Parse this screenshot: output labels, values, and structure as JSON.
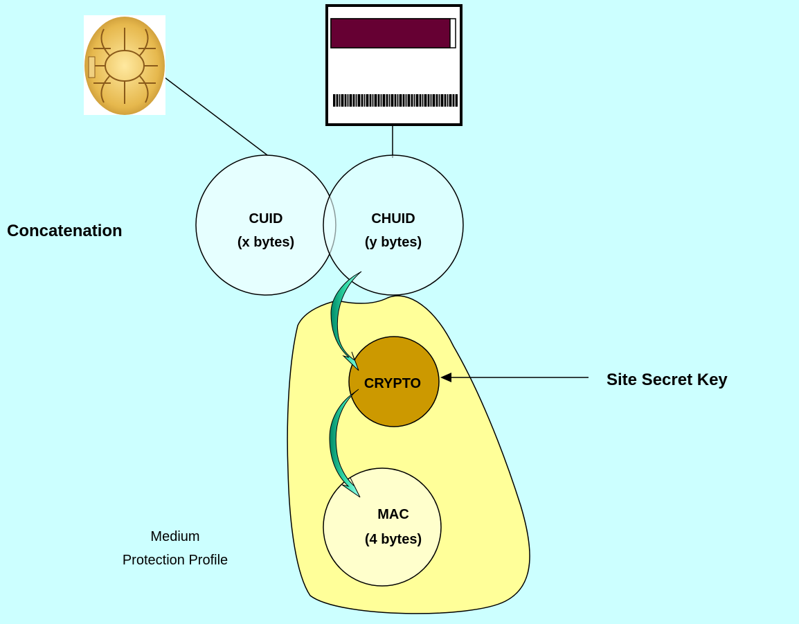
{
  "labels": {
    "concatenation": "Concatenation",
    "cuid_name": "CUID",
    "cuid_size": "(x bytes)",
    "chuid_name": "CHUID",
    "chuid_size": "(y bytes)",
    "crypto": "CRYPTO",
    "mac_name": "MAC",
    "mac_size": "(4 bytes)",
    "site_key": "Site Secret Key",
    "profile_line1": "Medium",
    "profile_line2": "Protection Profile"
  },
  "colors": {
    "background": "#ccffff",
    "profile_region": "#ffff99",
    "circle_fill": "#e6ffff",
    "mac_fill": "#ffffcc",
    "crypto_fill": "#cc9900",
    "arrow": "#00aa88",
    "card_stripe": "#660033",
    "chip": "#e6b84d"
  },
  "icons": {
    "smart_chip": "smart-card-chip-icon",
    "id_card": "id-card-icon"
  }
}
